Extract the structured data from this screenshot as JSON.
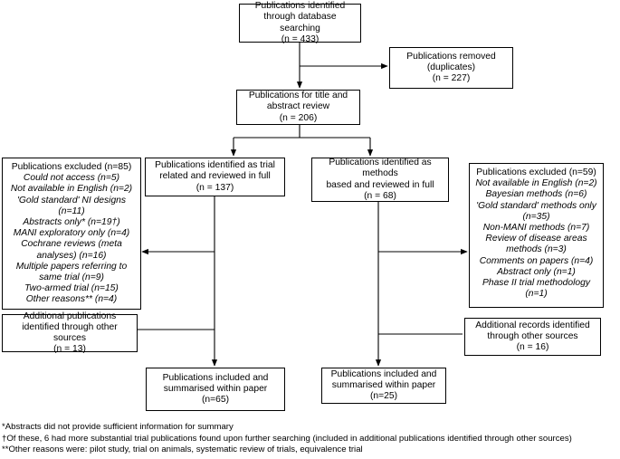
{
  "boxes": {
    "identified": [
      "Publications identified",
      "through database searching",
      "(n = 433)"
    ],
    "removed": [
      "Publications removed",
      "(duplicates)",
      "(n = 227)"
    ],
    "title_review": [
      "Publications for title and",
      "abstract review",
      "(n = 206)"
    ],
    "trial_related": [
      "Publications identified as trial",
      "related and reviewed in full",
      "(n = 137)"
    ],
    "methods_based": [
      "Publications identified as methods",
      "based and reviewed in full",
      "(n = 68)"
    ],
    "additional_left": [
      "Additional publications",
      "identified through other sources",
      "(n = 13)"
    ],
    "additional_right": [
      "Additional records identified",
      "through other sources",
      "(n = 16)"
    ],
    "included_left": [
      "Publications included and",
      "summarised within paper",
      "(n=65)"
    ],
    "included_right": [
      "Publications included and",
      "summarised within paper",
      "(n=25)"
    ]
  },
  "excluded_left": {
    "title": "Publications excluded (n=85)",
    "items": [
      "Could not access (n=5)",
      "Not available in English (n=2)",
      "'Gold standard' NI designs",
      "(n=11)",
      "Abstracts only* (n=19†)",
      "MANI exploratory only (n=4)",
      "Cochrane reviews (meta",
      "analyses) (n=16)",
      "Multiple papers referring to",
      "same trial (n=9)",
      "Two-armed trial (n=15)",
      "Other reasons** (n=4)"
    ]
  },
  "excluded_right": {
    "title": "Publications excluded (n=59)",
    "items": [
      "Not available in English (n=2)",
      "Bayesian methods (n=6)",
      "'Gold standard' methods only",
      "(n=35)",
      "Non-MANI methods (n=7)",
      "Review of disease areas",
      "methods (n=3)",
      "Comments on papers (n=4)",
      "Abstract only (n=1)",
      "Phase II trial methodology",
      "(n=1)"
    ]
  },
  "footnotes": [
    "*Abstracts did not provide sufficient information for summary",
    "†Of these, 6 had more substantial trial publications found upon further searching (included in additional publications identified through other sources)",
    "**Other reasons were: pilot study, trial on animals, systematic review of trials, equivalence trial"
  ],
  "colors": {
    "line": "#000000",
    "background": "#ffffff"
  }
}
